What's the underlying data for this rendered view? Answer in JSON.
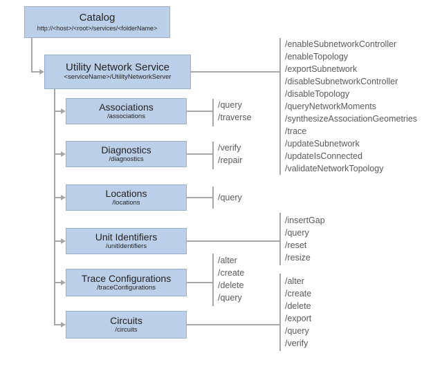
{
  "diagram": {
    "catalog": {
      "title": "Catalog",
      "subtitle": "http://<host>/<root>/services/<folderName>"
    },
    "root": {
      "title": "Utility Network Service",
      "subtitle": "<serviceName>/UtilityNetworkServer",
      "operations": [
        "/enableSubnetworkController",
        "/enableTopology",
        "/exportSubnetwork",
        "/disableSubnetworkController",
        "/disableTopology",
        "/queryNetworkMoments",
        "/synthesizeAssociationGeometries",
        "/trace",
        "/updateSubnetwork",
        "/updateIsConnected",
        "/validateNetworkTopology"
      ]
    },
    "children": [
      {
        "title": "Associations",
        "subtitle": "/associations",
        "operations": [
          "/query",
          "/traverse"
        ]
      },
      {
        "title": "Diagnostics",
        "subtitle": "/diagnostics",
        "operations": [
          "/verify",
          "/repair"
        ]
      },
      {
        "title": "Locations",
        "subtitle": "/locations",
        "operations": [
          "/query"
        ]
      },
      {
        "title": "Unit Identifiers",
        "subtitle": "/unitIdentifiers",
        "operations": [
          "/insertGap",
          "/query",
          "/reset",
          "/resize"
        ]
      },
      {
        "title": "Trace Configurations",
        "subtitle": "/traceConfigurations",
        "operations": [
          "/alter",
          "/create",
          "/delete",
          "/query"
        ]
      },
      {
        "title": "Circuits",
        "subtitle": "/circuits",
        "operations": [
          "/alter",
          "/create",
          "/delete",
          "/export",
          "/query",
          "/verify"
        ]
      }
    ],
    "colors": {
      "box_fill": "#bccfe8",
      "box_border": "#97aecf",
      "connector": "#a6a6a6",
      "operation_text": "#595959"
    }
  }
}
